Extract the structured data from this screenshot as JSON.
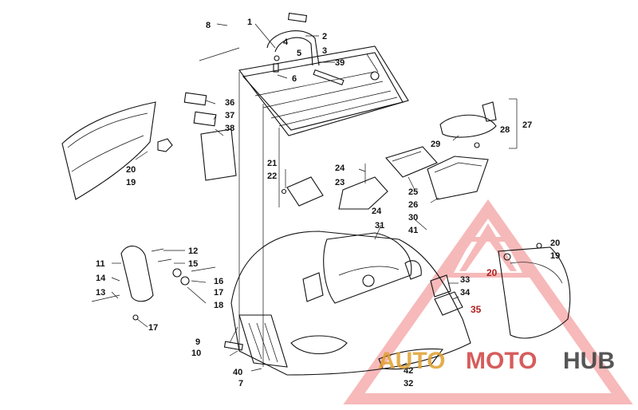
{
  "labels": [
    {
      "id": "l1",
      "text": "1"
    },
    {
      "id": "l2",
      "text": "2"
    },
    {
      "id": "l3",
      "text": "3"
    },
    {
      "id": "l4",
      "text": "4"
    },
    {
      "id": "l5",
      "text": "5"
    },
    {
      "id": "l6",
      "text": "6"
    },
    {
      "id": "l7",
      "text": "7"
    },
    {
      "id": "l8",
      "text": "8"
    },
    {
      "id": "l9",
      "text": "9"
    },
    {
      "id": "l10",
      "text": "10"
    },
    {
      "id": "l11",
      "text": "11"
    },
    {
      "id": "l12",
      "text": "12"
    },
    {
      "id": "l13",
      "text": "13"
    },
    {
      "id": "l14",
      "text": "14"
    },
    {
      "id": "l15",
      "text": "15"
    },
    {
      "id": "l16",
      "text": "16"
    },
    {
      "id": "l17a",
      "text": "17"
    },
    {
      "id": "l17b",
      "text": "17"
    },
    {
      "id": "l18",
      "text": "18"
    },
    {
      "id": "l19a",
      "text": "19"
    },
    {
      "id": "l19b",
      "text": "19"
    },
    {
      "id": "l20a",
      "text": "20"
    },
    {
      "id": "l20b",
      "text": "20"
    },
    {
      "id": "l20c",
      "text": "20"
    },
    {
      "id": "l21",
      "text": "21"
    },
    {
      "id": "l22",
      "text": "22"
    },
    {
      "id": "l23",
      "text": "23"
    },
    {
      "id": "l24a",
      "text": "24"
    },
    {
      "id": "l24b",
      "text": "24"
    },
    {
      "id": "l25",
      "text": "25"
    },
    {
      "id": "l26",
      "text": "26"
    },
    {
      "id": "l27",
      "text": "27"
    },
    {
      "id": "l28",
      "text": "28"
    },
    {
      "id": "l29",
      "text": "29"
    },
    {
      "id": "l30",
      "text": "30"
    },
    {
      "id": "l31",
      "text": "31"
    },
    {
      "id": "l32",
      "text": "32"
    },
    {
      "id": "l33",
      "text": "33"
    },
    {
      "id": "l34",
      "text": "34"
    },
    {
      "id": "l35",
      "text": "35"
    },
    {
      "id": "l36",
      "text": "36"
    },
    {
      "id": "l37",
      "text": "37"
    },
    {
      "id": "l38",
      "text": "38"
    },
    {
      "id": "l39",
      "text": "39"
    },
    {
      "id": "l40",
      "text": "40"
    },
    {
      "id": "l41",
      "text": "41"
    },
    {
      "id": "l42",
      "text": "42"
    }
  ],
  "watermark": {
    "part1": "AUTO",
    "part2": "MOTO",
    "part3": "HUB",
    "color_primary": "#e0a030",
    "color_secondary": "#d04040",
    "color_dark": "#444444"
  },
  "colors": {
    "ink": "#111111",
    "triangle": "#f08080"
  }
}
